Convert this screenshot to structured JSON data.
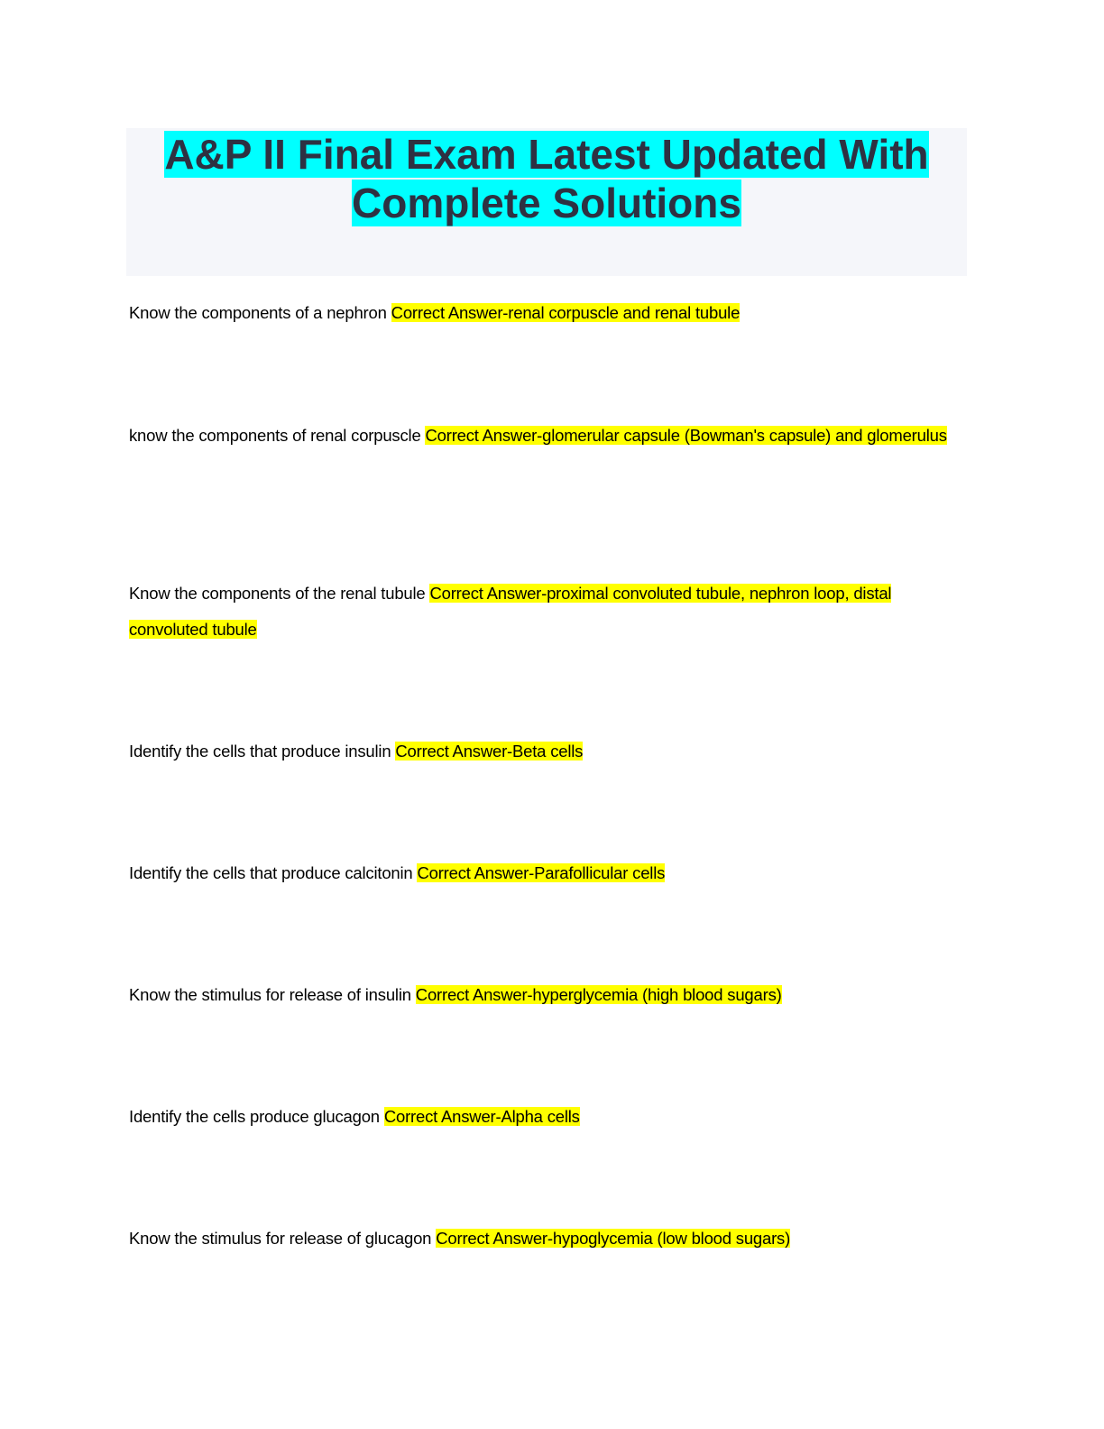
{
  "document": {
    "title": "A&P II Final Exam Latest Updated With Complete Solutions",
    "highlight_colors": {
      "title": "#00ffff",
      "answer": "#ffff00"
    },
    "items": [
      {
        "question": "Know the components of a nephron",
        "answer": "Correct Answer-renal corpuscle and renal tubule"
      },
      {
        "question": "know the components of renal corpuscle",
        "answer": "Correct Answer-glomerular capsule (Bowman's capsule) and glomerulus"
      },
      {
        "question": "Know the components of the renal tubule",
        "answer": "Correct Answer-proximal convoluted tubule, nephron loop, distal convoluted tubule"
      },
      {
        "question": "Identify the cells that produce insulin",
        "answer": "Correct Answer-Beta cells"
      },
      {
        "question": "Identify the cells that produce calcitonin",
        "answer": "Correct Answer-Parafollicular cells"
      },
      {
        "question": "Know the stimulus for release of insulin",
        "answer": "Correct Answer-hyperglycemia (high blood sugars)"
      },
      {
        "question": "Identify the cells produce glucagon",
        "answer": "Correct Answer-Alpha cells"
      },
      {
        "question": "Know the stimulus for release of glucagon",
        "answer": "Correct Answer-hypoglycemia (low blood sugars)"
      }
    ]
  }
}
